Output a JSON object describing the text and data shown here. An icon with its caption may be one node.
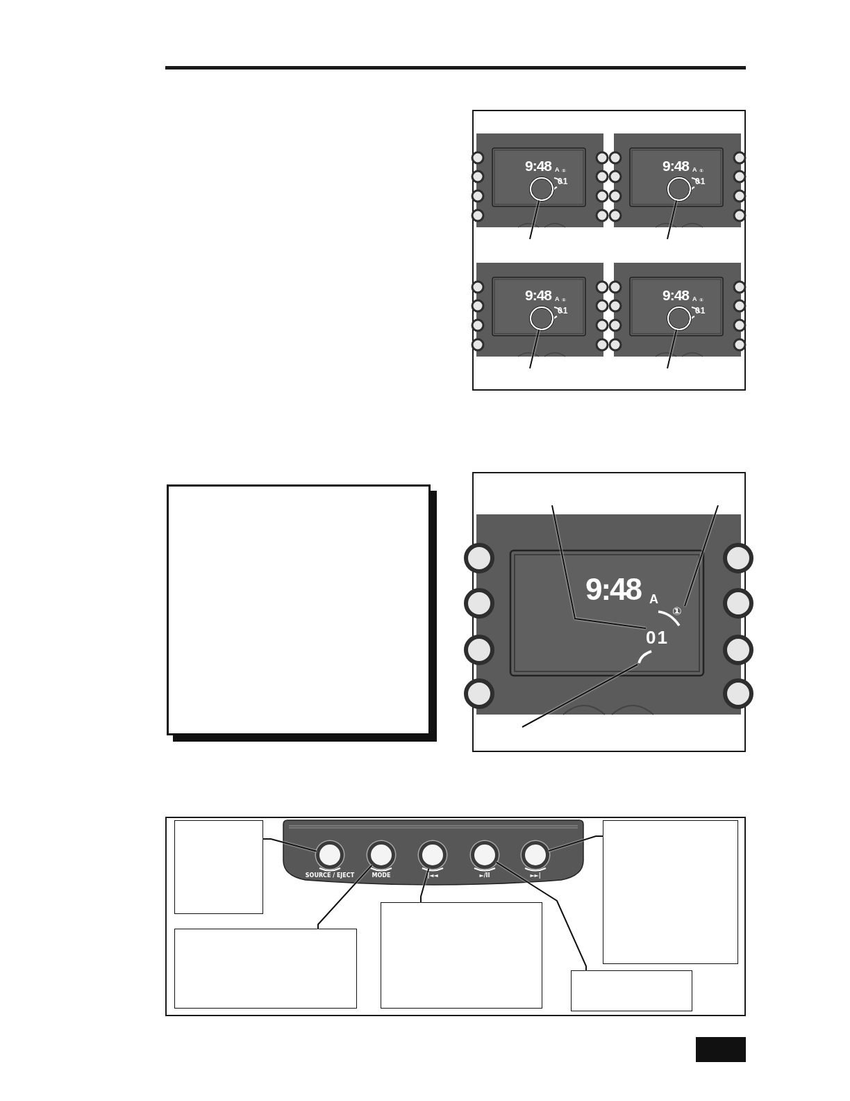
{
  "diagram": {
    "nodes": [
      {
        "text": [],
        "shape": "box"
      },
      {
        "text": [],
        "shape": "circle"
      },
      {
        "text": [],
        "shape": "circle"
      },
      {
        "text": [],
        "shape": "circle"
      },
      {
        "text": [],
        "shape": "circle"
      },
      {
        "text": [
          "01"
        ]
      },
      {
        "text": [
          "①"
        ]
      },
      {
        "text": [],
        "shape": "arc"
      },
      {
        "text": [],
        "shape": "box"
      },
      {
        "text": [],
        "shape": "box"
      },
      {
        "text": [],
        "shape": "box"
      },
      {
        "text": [],
        "shape": "box"
      },
      {
        "text": [],
        "shape": "box"
      },
      {
        "text": [],
        "shape": "circle",
        "beside": [
          "SOURCE / EJECT"
        ]
      },
      {
        "text": [],
        "shape": "circle",
        "beside": [
          "MODE"
        ]
      },
      {
        "text": [],
        "shape": "circle",
        "beside": [
          "|◄◄"
        ]
      },
      {
        "text": [],
        "shape": "circle",
        "beside": [
          "►/II"
        ]
      },
      {
        "text": [],
        "shape": "circle",
        "beside": [
          "►►|"
        ]
      }
    ],
    "edges": [
      {
        "from": null,
        "to": 1,
        "arrow": "none"
      },
      {
        "from": null,
        "to": 2,
        "arrow": "none"
      },
      {
        "from": null,
        "to": 3,
        "arrow": "none"
      },
      {
        "from": null,
        "to": 4,
        "arrow": "none"
      },
      {
        "from": null,
        "to": 5,
        "arrow": "none"
      },
      {
        "from": null,
        "to": 6,
        "arrow": "none"
      },
      {
        "from": null,
        "to": 7,
        "arrow": "none"
      },
      {
        "from": 8,
        "to": 13,
        "arrow": "none"
      },
      {
        "from": 9,
        "to": 14,
        "arrow": "none"
      },
      {
        "from": 10,
        "to": 15,
        "arrow": "none"
      },
      {
        "from": 11,
        "to": 16,
        "arrow": "none"
      },
      {
        "from": 12,
        "to": 17,
        "arrow": "none"
      }
    ],
    "labels": [
      "9:48",
      "A",
      "①",
      "01",
      "9:48",
      "A",
      "①",
      "01",
      "9:48",
      "A",
      "①",
      "01",
      "9:48",
      "A",
      "①",
      "01",
      "9:48",
      "A"
    ]
  }
}
